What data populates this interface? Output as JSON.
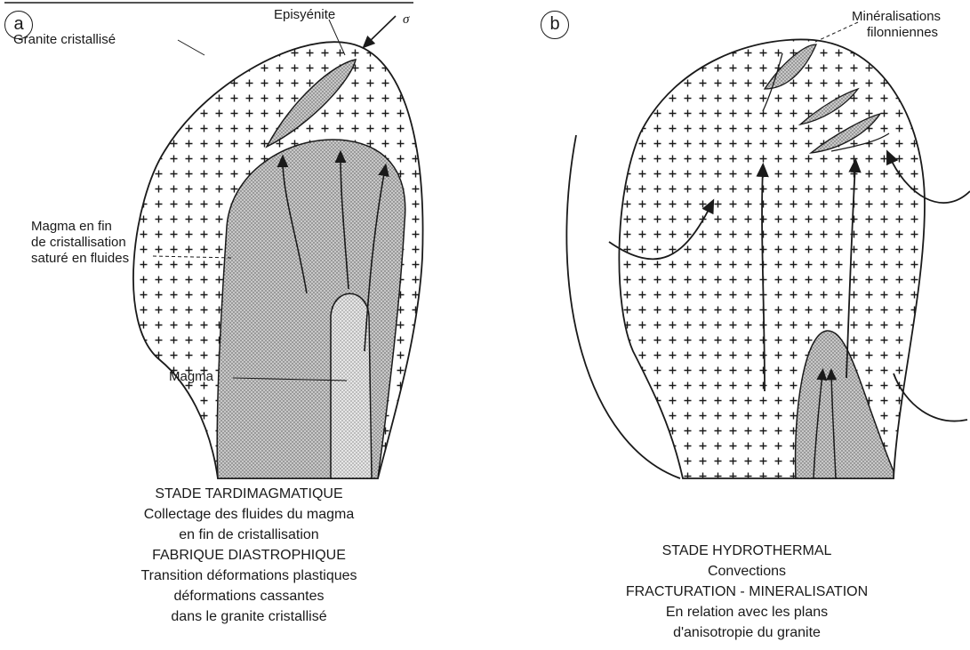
{
  "panel_a": {
    "label": "a",
    "labels": {
      "episyenite": "Episyénite",
      "sigma": "σ",
      "granite": "Granite cristallisé",
      "magma_fin_1": "Magma en fin",
      "magma_fin_2": "de cristallisation",
      "magma_fin_3": "saturé en fluides",
      "magma": "Magma"
    },
    "caption": {
      "line1": "STADE TARDIMAGMATIQUE",
      "line2": "Collectage des fluides du magma",
      "line3": "en fin de cristallisation",
      "line4": "FABRIQUE DIASTROPHIQUE",
      "line5": "Transition déformations plastiques",
      "line6": "déformations  cassantes",
      "line7": "dans le granite cristallisé"
    }
  },
  "panel_b": {
    "label": "b",
    "labels": {
      "mineralisations_1": "Minéralisations",
      "mineralisations_2": "filonniennes"
    },
    "caption": {
      "line1": "STADE HYDROTHERMAL",
      "line2": "Convections",
      "line3": "FRACTURATION - MINERALISATION",
      "line4": "En relation avec les  plans",
      "line5": "d'anisotropie du granite"
    }
  },
  "colors": {
    "ink": "#1a1a1a",
    "granite_fill": "#ffffff",
    "magma_late_fill": "#c8c8c8",
    "magma_fill": "#e6e6e6"
  }
}
